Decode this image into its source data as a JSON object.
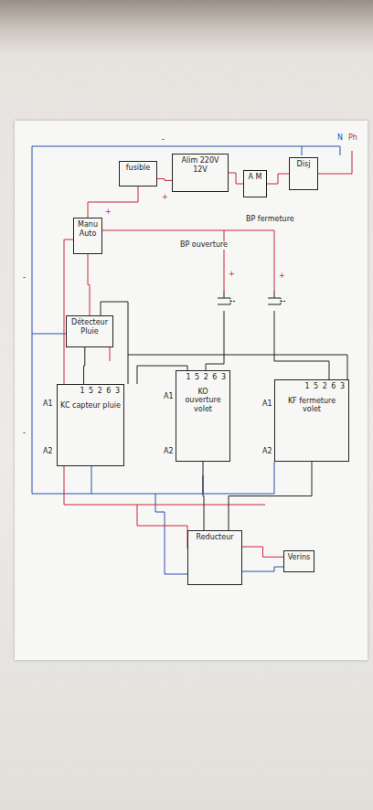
{
  "diagram": {
    "nodes": [
      {
        "text": [
          "Disj"
        ]
      },
      {
        "text": [
          "A M"
        ]
      },
      {
        "text": [
          "Alim 220V 12V"
        ]
      },
      {
        "text": [
          "fusible"
        ]
      },
      {
        "text": [
          "Manu Auto"
        ]
      },
      {
        "text": [
          "Détecteur Pluie"
        ]
      },
      {
        "text": [
          "1 5 2 6 3",
          "KF fermeture volet"
        ]
      },
      {
        "text": [
          "1 5 2 6 3",
          "KO ouverture volet"
        ]
      },
      {
        "text": [
          "1 5 2 6 3",
          "KC capteur pluie"
        ]
      },
      {
        "text": [
          "Reducteur"
        ]
      },
      {
        "text": [
          "Verins"
        ]
      }
    ],
    "edges": [
      {
        "from": 0,
        "to": 1,
        "arrow": "none"
      },
      {
        "from": 1,
        "to": 2,
        "arrow": "none"
      },
      {
        "from": 2,
        "to": 3,
        "arrow": "none"
      },
      {
        "from": 3,
        "to": 4,
        "arrow": "none"
      },
      {
        "from": 4,
        "to": 5,
        "arrow": "none"
      },
      {
        "from": 5,
        "to": 8,
        "arrow": "none"
      },
      {
        "from": 6,
        "to": 9,
        "arrow": "none"
      },
      {
        "from": 7,
        "to": 9,
        "arrow": "none"
      },
      {
        "from": 9,
        "to": 10,
        "arrow": "none"
      }
    ],
    "labels": [
      "N",
      "Ph",
      "+",
      "-",
      "+",
      "+",
      "+",
      "BP fermeture",
      "BP ouverture",
      "A1",
      "A2",
      "A1",
      "A2",
      "A1",
      "A2",
      "-",
      "-"
    ]
  }
}
